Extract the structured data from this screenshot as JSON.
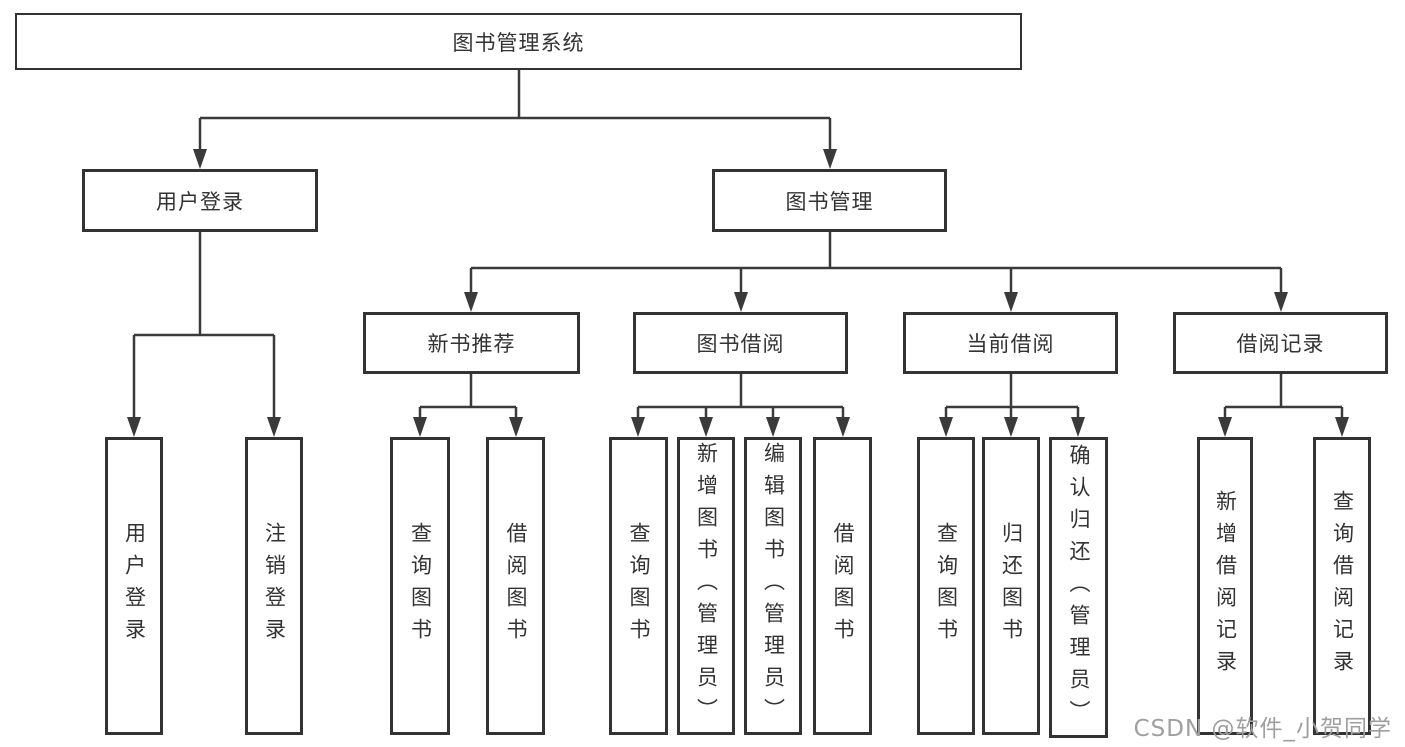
{
  "tree": {
    "label": "图书管理系统",
    "children": [
      {
        "label": "用户登录",
        "children": [
          {
            "label": "用户登录"
          },
          {
            "label": "注销登录"
          }
        ]
      },
      {
        "label": "图书管理",
        "children": [
          {
            "label": "新书推荐",
            "children": [
              {
                "label": "查询图书"
              },
              {
                "label": "借阅图书"
              }
            ]
          },
          {
            "label": "图书借阅",
            "children": [
              {
                "label": "查询图书"
              },
              {
                "label": "新增图书（管理员）"
              },
              {
                "label": "编辑图书（管理员）"
              },
              {
                "label": "借阅图书"
              }
            ]
          },
          {
            "label": "当前借阅",
            "children": [
              {
                "label": "查询图书"
              },
              {
                "label": "归还图书"
              },
              {
                "label": "确认归还（管理员）"
              }
            ]
          },
          {
            "label": "借阅记录",
            "children": [
              {
                "label": "新增借阅记录"
              },
              {
                "label": "查询借阅记录"
              }
            ]
          }
        ]
      }
    ]
  },
  "watermark": "CSDN @软件_小贺同学",
  "colors": {
    "line": "#3a3a3a",
    "box_border": "#333333",
    "text": "#333333",
    "watermark": "#9f9f9f",
    "background": "#ffffff"
  }
}
